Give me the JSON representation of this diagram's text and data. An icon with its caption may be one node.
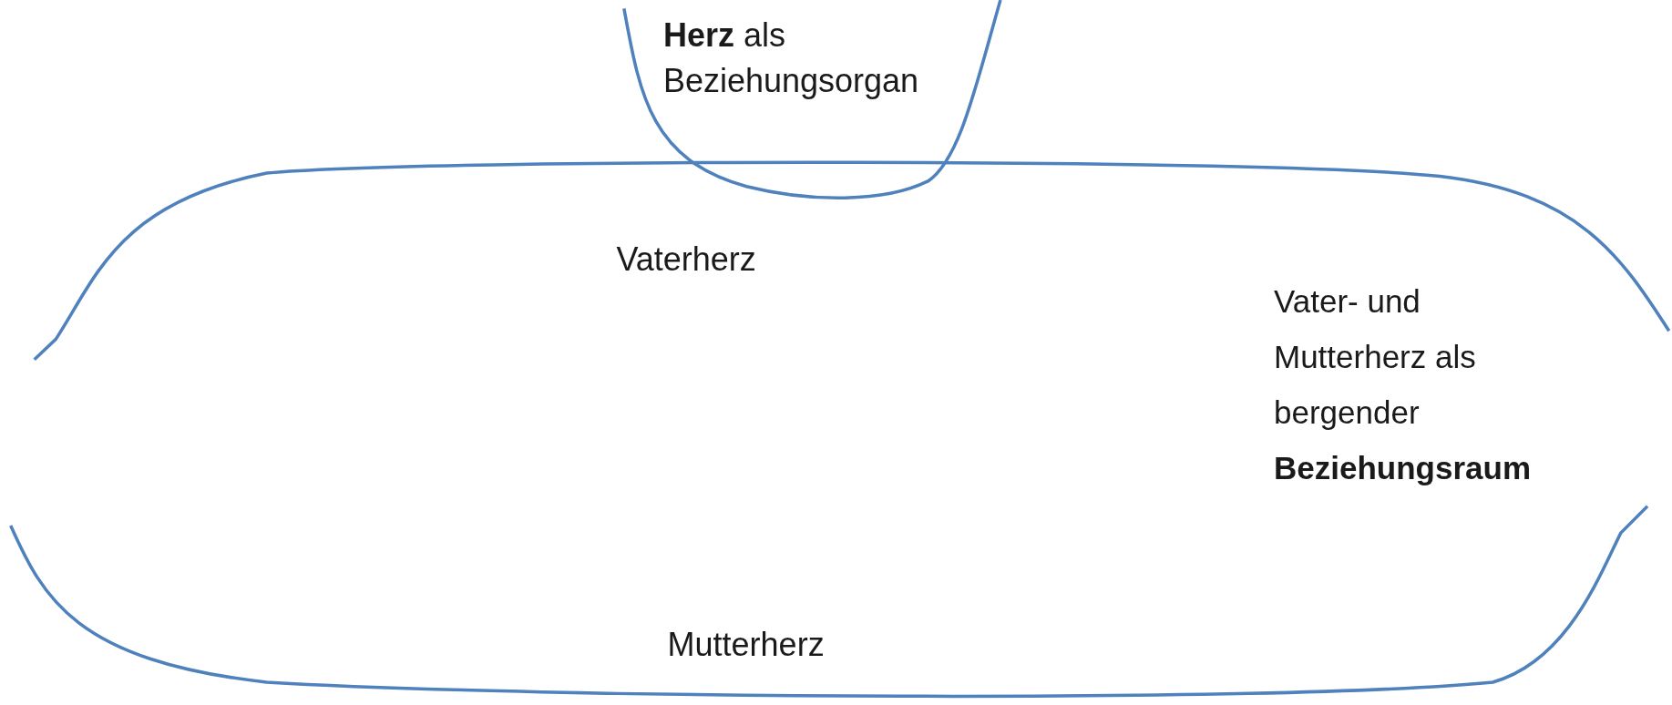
{
  "diagram": {
    "nodes": [
      {
        "text": [
          "**Herz** als Beziehungsorgan"
        ]
      },
      {
        "text": [
          "Vaterherz"
        ]
      },
      {
        "text": [
          "Mutterherz"
        ]
      }
    ],
    "labels": [
      "Vater- und Mutterherz als bergender **Beziehungsraum**"
    ]
  }
}
